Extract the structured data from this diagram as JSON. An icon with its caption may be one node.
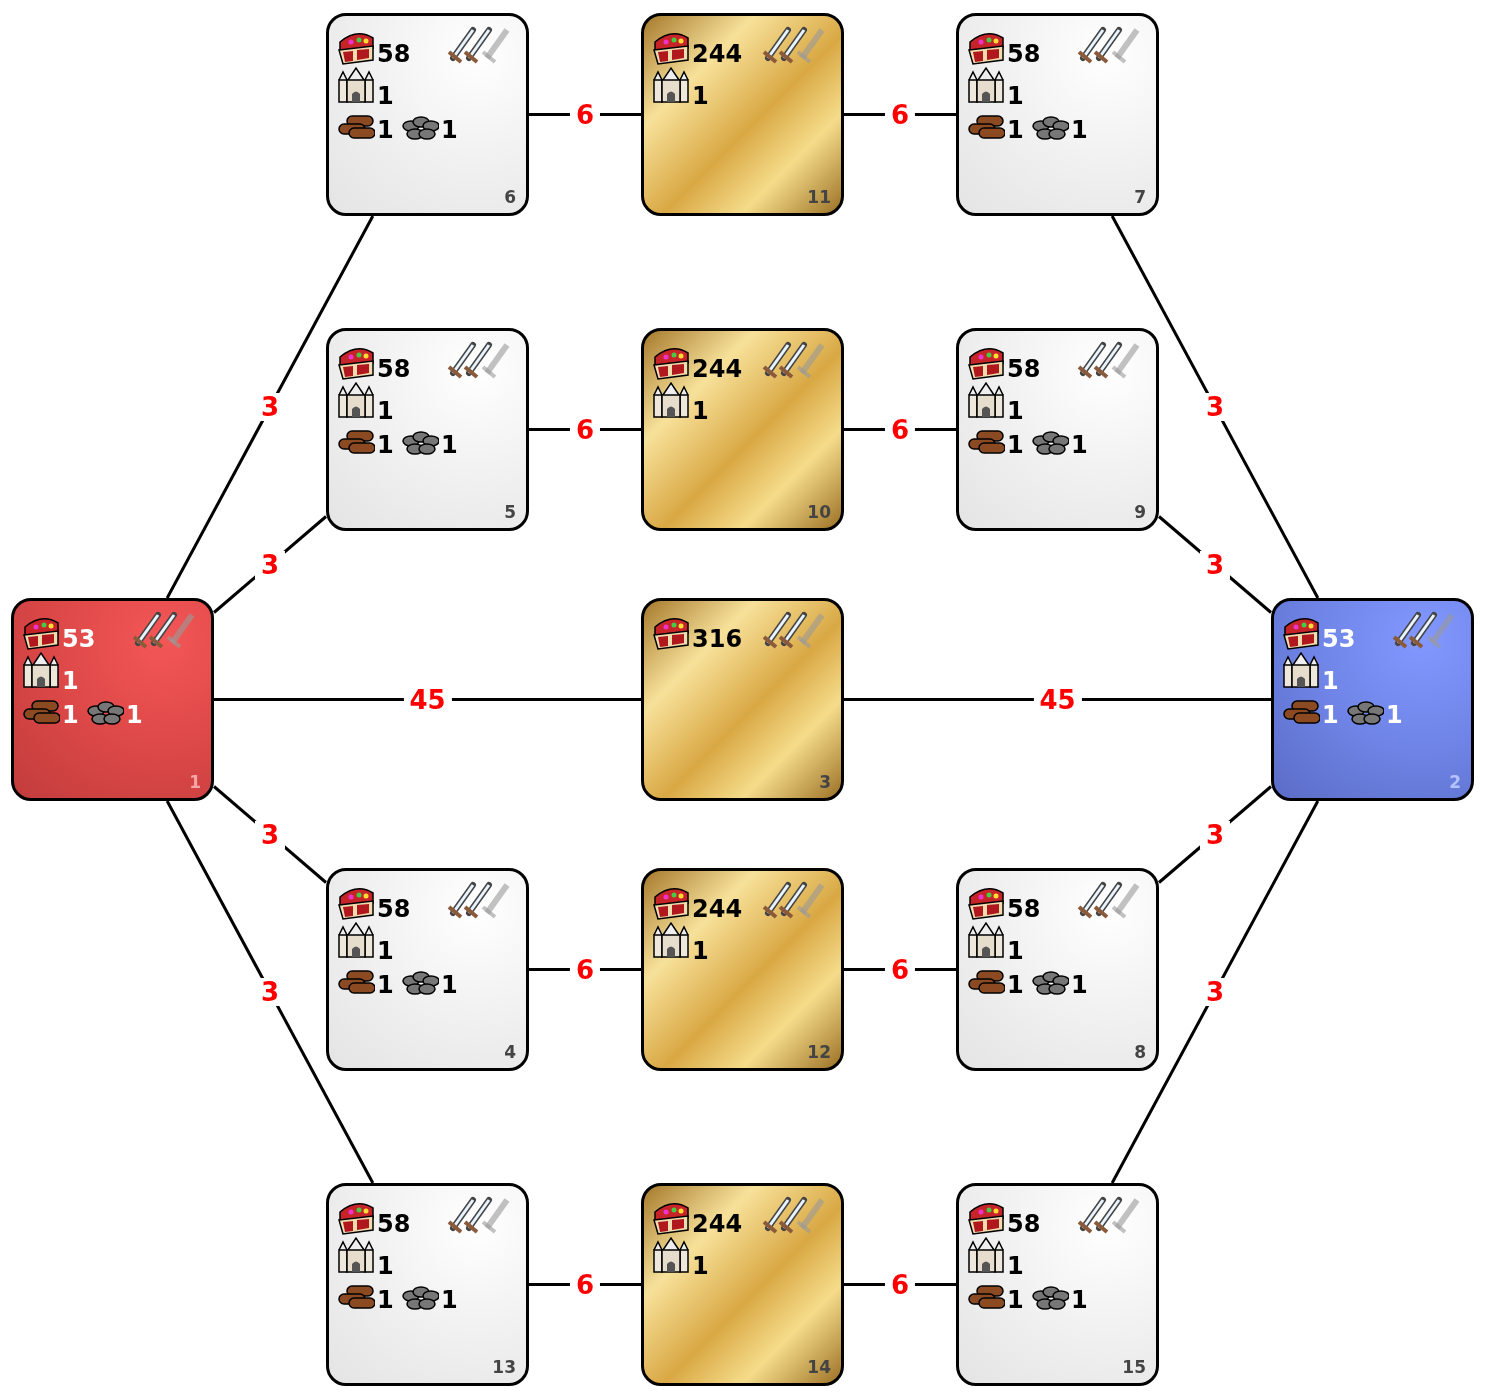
{
  "diagram": {
    "nodes": [
      {
        "text": [
          "58",
          "1",
          "1",
          "1",
          "6"
        ]
      },
      {
        "text": [
          "244",
          "1",
          "11"
        ]
      },
      {
        "text": [
          "58",
          "1",
          "1",
          "1",
          "7"
        ]
      },
      {
        "text": [
          "58",
          "1",
          "1",
          "1",
          "5"
        ]
      },
      {
        "text": [
          "244",
          "1",
          "10"
        ]
      },
      {
        "text": [
          "58",
          "1",
          "1",
          "1",
          "9"
        ]
      },
      {
        "text": [
          "53",
          "1",
          "1",
          "1",
          "1"
        ]
      },
      {
        "text": [
          "316",
          "3"
        ]
      },
      {
        "text": [
          "53",
          "1",
          "1",
          "1",
          "2"
        ]
      },
      {
        "text": [
          "58",
          "1",
          "1",
          "1",
          "4"
        ]
      },
      {
        "text": [
          "244",
          "1",
          "12"
        ]
      },
      {
        "text": [
          "58",
          "1",
          "1",
          "1",
          "8"
        ]
      },
      {
        "text": [
          "58",
          "1",
          "1",
          "1",
          "13"
        ]
      },
      {
        "text": [
          "244",
          "1",
          "14"
        ]
      },
      {
        "text": [
          "58",
          "1",
          "1",
          "1",
          "15"
        ]
      }
    ],
    "edges": [
      {
        "from": 0,
        "to": 1,
        "arrow": "none",
        "label": "6"
      },
      {
        "from": 1,
        "to": 2,
        "arrow": "none",
        "label": "6"
      },
      {
        "from": 3,
        "to": 4,
        "arrow": "none",
        "label": "6"
      },
      {
        "from": 4,
        "to": 5,
        "arrow": "none",
        "label": "6"
      },
      {
        "from": 6,
        "to": 0,
        "arrow": "none",
        "label": "3"
      },
      {
        "from": 6,
        "to": 3,
        "arrow": "none",
        "label": "3"
      },
      {
        "from": 2,
        "to": 8,
        "arrow": "none",
        "label": "3"
      },
      {
        "from": 5,
        "to": 8,
        "arrow": "none",
        "label": "3"
      },
      {
        "from": 6,
        "to": 7,
        "arrow": "none",
        "label": "45"
      },
      {
        "from": 7,
        "to": 8,
        "arrow": "none",
        "label": "45"
      },
      {
        "from": 6,
        "to": 9,
        "arrow": "none",
        "label": "3"
      },
      {
        "from": 11,
        "to": 8,
        "arrow": "none",
        "label": "3"
      },
      {
        "from": 6,
        "to": 12,
        "arrow": "none",
        "label": "3"
      },
      {
        "from": 14,
        "to": 8,
        "arrow": "none",
        "label": "3"
      },
      {
        "from": 9,
        "to": 10,
        "arrow": "none",
        "label": "6"
      },
      {
        "from": 10,
        "to": 11,
        "arrow": "none",
        "label": "6"
      },
      {
        "from": 12,
        "to": 13,
        "arrow": "none",
        "label": "6"
      },
      {
        "from": 13,
        "to": 14,
        "arrow": "none",
        "label": "6"
      }
    ]
  }
}
